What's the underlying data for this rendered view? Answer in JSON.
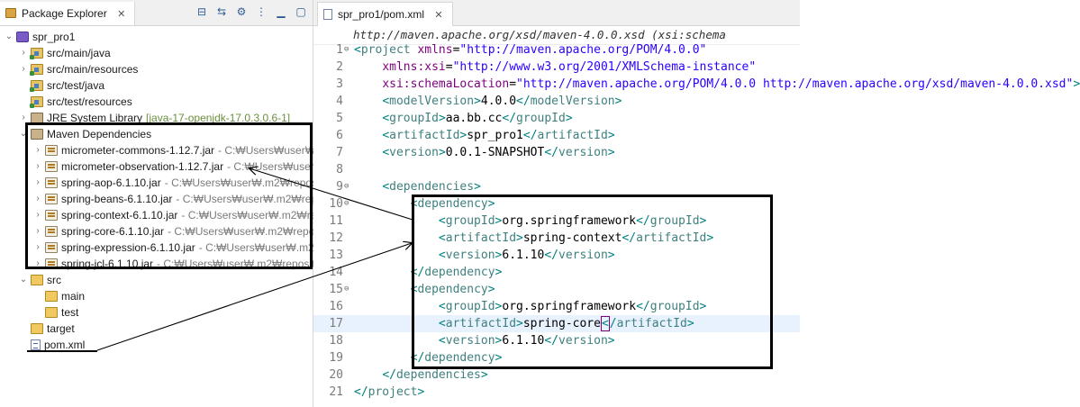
{
  "explorer": {
    "title": "Package Explorer",
    "close_glyph": "✕",
    "toolbar": [
      "collapse-all-icon",
      "link-with-editor-icon",
      "filters-icon",
      "view-menu-icon",
      "minimize-icon",
      "maximize-icon"
    ],
    "tree": [
      {
        "depth": 0,
        "chevron": "⌄",
        "icon": "project",
        "label": "spr_pro1",
        "sub": ""
      },
      {
        "depth": 1,
        "chevron": "›",
        "icon": "srcfolder",
        "label": "src/main/java",
        "sub": ""
      },
      {
        "depth": 1,
        "chevron": "›",
        "icon": "srcfolder",
        "label": "src/main/resources",
        "sub": ""
      },
      {
        "depth": 1,
        "chevron": "",
        "icon": "srcfolder",
        "label": "src/test/java",
        "sub": ""
      },
      {
        "depth": 1,
        "chevron": "",
        "icon": "srcfolder",
        "label": "src/test/resources",
        "sub": ""
      },
      {
        "depth": 1,
        "chevron": "›",
        "icon": "lib",
        "label": "JRE System Library",
        "sub": "[java-17-openjdk-17.0.3.0.6-1]",
        "sub_green": true
      },
      {
        "depth": 1,
        "chevron": "⌄",
        "icon": "lib",
        "label": "Maven Dependencies",
        "sub": ""
      },
      {
        "depth": 2,
        "chevron": "›",
        "icon": "jar",
        "label": "micrometer-commons-1.12.7.jar",
        "sub": "- C:₩Users₩user₩"
      },
      {
        "depth": 2,
        "chevron": "›",
        "icon": "jar",
        "label": "micrometer-observation-1.12.7.jar",
        "sub": "- C:₩Users₩user"
      },
      {
        "depth": 2,
        "chevron": "›",
        "icon": "jar",
        "label": "spring-aop-6.1.10.jar",
        "sub": "- C:₩Users₩user₩.m2₩reposit"
      },
      {
        "depth": 2,
        "chevron": "›",
        "icon": "jar",
        "label": "spring-beans-6.1.10.jar",
        "sub": "- C:₩Users₩user₩.m2₩repo"
      },
      {
        "depth": 2,
        "chevron": "›",
        "icon": "jar",
        "label": "spring-context-6.1.10.jar",
        "sub": "- C:₩Users₩user₩.m2₩rep"
      },
      {
        "depth": 2,
        "chevron": "›",
        "icon": "jar",
        "label": "spring-core-6.1.10.jar",
        "sub": "- C:₩Users₩user₩.m2₩reposi"
      },
      {
        "depth": 2,
        "chevron": "›",
        "icon": "jar",
        "label": "spring-expression-6.1.10.jar",
        "sub": "- C:₩Users₩user₩.m2"
      },
      {
        "depth": 2,
        "chevron": "›",
        "icon": "jar",
        "label": "spring-jcl-6.1.10.jar",
        "sub": "- C:₩Users₩user₩.m2₩reposit"
      },
      {
        "depth": 1,
        "chevron": "⌄",
        "icon": "folder",
        "label": "src",
        "sub": ""
      },
      {
        "depth": 2,
        "chevron": "",
        "icon": "folder",
        "label": "main",
        "sub": ""
      },
      {
        "depth": 2,
        "chevron": "",
        "icon": "folder",
        "label": "test",
        "sub": ""
      },
      {
        "depth": 1,
        "chevron": "",
        "icon": "folder",
        "label": "target",
        "sub": ""
      },
      {
        "depth": 1,
        "chevron": "",
        "icon": "xmlfile",
        "label": "pom.xml",
        "sub": ""
      }
    ]
  },
  "editor": {
    "tab_label": "spr_pro1/pom.xml",
    "close_glyph": "✕",
    "breadcrumb": "http://maven.apache.org/xsd/maven-4.0.0.xsd (xsi:schema",
    "lines": [
      {
        "n": "1",
        "fold": "⊖",
        "tokens": [
          [
            "br",
            "<"
          ],
          [
            "tag",
            "project"
          ],
          [
            "t",
            " "
          ],
          [
            "attr",
            "xmlns"
          ],
          [
            "t",
            "="
          ],
          [
            "val",
            "\"http://maven.apache.org/POM/4.0.0\""
          ]
        ]
      },
      {
        "n": "2",
        "fold": "",
        "tokens": [
          [
            "t",
            "    "
          ],
          [
            "attr",
            "xmlns:xsi"
          ],
          [
            "t",
            "="
          ],
          [
            "val",
            "\"http://www.w3.org/2001/XMLSchema-instance\""
          ]
        ]
      },
      {
        "n": "3",
        "fold": "",
        "tokens": [
          [
            "t",
            "    "
          ],
          [
            "attr",
            "xsi:schemaLocation"
          ],
          [
            "t",
            "="
          ],
          [
            "val",
            "\"http://maven.apache.org/POM/4.0.0 http://maven.apache.org/xsd/maven-4.0.0.xsd\""
          ],
          [
            "br",
            ">"
          ]
        ]
      },
      {
        "n": "4",
        "fold": "",
        "tokens": [
          [
            "t",
            "    "
          ],
          [
            "br",
            "<"
          ],
          [
            "tag",
            "modelVersion"
          ],
          [
            "br",
            ">"
          ],
          [
            "t",
            "4.0.0"
          ],
          [
            "br",
            "</"
          ],
          [
            "tag",
            "modelVersion"
          ],
          [
            "br",
            ">"
          ]
        ]
      },
      {
        "n": "5",
        "fold": "",
        "tokens": [
          [
            "t",
            "    "
          ],
          [
            "br",
            "<"
          ],
          [
            "tag",
            "groupId"
          ],
          [
            "br",
            ">"
          ],
          [
            "t",
            "aa.bb.cc"
          ],
          [
            "br",
            "</"
          ],
          [
            "tag",
            "groupId"
          ],
          [
            "br",
            ">"
          ]
        ]
      },
      {
        "n": "6",
        "fold": "",
        "tokens": [
          [
            "t",
            "    "
          ],
          [
            "br",
            "<"
          ],
          [
            "tag",
            "artifactId"
          ],
          [
            "br",
            ">"
          ],
          [
            "t",
            "spr_pro1"
          ],
          [
            "br",
            "</"
          ],
          [
            "tag",
            "artifactId"
          ],
          [
            "br",
            ">"
          ]
        ]
      },
      {
        "n": "7",
        "fold": "",
        "tokens": [
          [
            "t",
            "    "
          ],
          [
            "br",
            "<"
          ],
          [
            "tag",
            "version"
          ],
          [
            "br",
            ">"
          ],
          [
            "t",
            "0.0.1-SNAPSHOT"
          ],
          [
            "br",
            "</"
          ],
          [
            "tag",
            "version"
          ],
          [
            "br",
            ">"
          ]
        ]
      },
      {
        "n": "8",
        "fold": "",
        "tokens": []
      },
      {
        "n": "9",
        "fold": "⊖",
        "tokens": [
          [
            "t",
            "    "
          ],
          [
            "br",
            "<"
          ],
          [
            "tag",
            "dependencies"
          ],
          [
            "br",
            ">"
          ]
        ]
      },
      {
        "n": "10",
        "fold": "⊖",
        "tokens": [
          [
            "t",
            "        "
          ],
          [
            "br",
            "<"
          ],
          [
            "tag",
            "dependency"
          ],
          [
            "br",
            ">"
          ]
        ]
      },
      {
        "n": "11",
        "fold": "",
        "tokens": [
          [
            "t",
            "            "
          ],
          [
            "br",
            "<"
          ],
          [
            "tag",
            "groupId"
          ],
          [
            "br",
            ">"
          ],
          [
            "t",
            "org.springframework"
          ],
          [
            "br",
            "</"
          ],
          [
            "tag",
            "groupId"
          ],
          [
            "br",
            ">"
          ]
        ]
      },
      {
        "n": "12",
        "fold": "",
        "tokens": [
          [
            "t",
            "            "
          ],
          [
            "br",
            "<"
          ],
          [
            "tag",
            "artifactId"
          ],
          [
            "br",
            ">"
          ],
          [
            "t",
            "spring-context"
          ],
          [
            "br",
            "</"
          ],
          [
            "tag",
            "artifactId"
          ],
          [
            "br",
            ">"
          ]
        ]
      },
      {
        "n": "13",
        "fold": "",
        "tokens": [
          [
            "t",
            "            "
          ],
          [
            "br",
            "<"
          ],
          [
            "tag",
            "version"
          ],
          [
            "br",
            ">"
          ],
          [
            "t",
            "6.1.10"
          ],
          [
            "br",
            "</"
          ],
          [
            "tag",
            "version"
          ],
          [
            "br",
            ">"
          ]
        ]
      },
      {
        "n": "14",
        "fold": "",
        "tokens": [
          [
            "t",
            "        "
          ],
          [
            "br",
            "</"
          ],
          [
            "tag",
            "dependency"
          ],
          [
            "br",
            ">"
          ]
        ]
      },
      {
        "n": "15",
        "fold": "⊖",
        "tokens": [
          [
            "t",
            "        "
          ],
          [
            "br",
            "<"
          ],
          [
            "tag",
            "dependency"
          ],
          [
            "br",
            ">"
          ]
        ]
      },
      {
        "n": "16",
        "fold": "",
        "tokens": [
          [
            "t",
            "            "
          ],
          [
            "br",
            "<"
          ],
          [
            "tag",
            "groupId"
          ],
          [
            "br",
            ">"
          ],
          [
            "t",
            "org.springframework"
          ],
          [
            "br",
            "</"
          ],
          [
            "tag",
            "groupId"
          ],
          [
            "br",
            ">"
          ]
        ]
      },
      {
        "n": "17",
        "fold": "",
        "current": true,
        "tokens": [
          [
            "t",
            "            "
          ],
          [
            "br",
            "<"
          ],
          [
            "tag",
            "artifactId"
          ],
          [
            "br",
            ">"
          ],
          [
            "t",
            "spring-core"
          ],
          [
            "caret",
            "<"
          ],
          [
            "br",
            "/"
          ],
          [
            "tag",
            "artifactId"
          ],
          [
            "br",
            ">"
          ]
        ]
      },
      {
        "n": "18",
        "fold": "",
        "tokens": [
          [
            "t",
            "            "
          ],
          [
            "br",
            "<"
          ],
          [
            "tag",
            "version"
          ],
          [
            "br",
            ">"
          ],
          [
            "t",
            "6.1.10"
          ],
          [
            "br",
            "</"
          ],
          [
            "tag",
            "version"
          ],
          [
            "br",
            ">"
          ]
        ]
      },
      {
        "n": "19",
        "fold": "",
        "tokens": [
          [
            "t",
            "        "
          ],
          [
            "br",
            "</"
          ],
          [
            "tag",
            "dependency"
          ],
          [
            "br",
            ">"
          ]
        ]
      },
      {
        "n": "20",
        "fold": "",
        "tokens": [
          [
            "t",
            "    "
          ],
          [
            "br",
            "</"
          ],
          [
            "tag",
            "dependencies"
          ],
          [
            "br",
            ">"
          ]
        ]
      },
      {
        "n": "21",
        "fold": "",
        "tokens": [
          [
            "br",
            "</"
          ],
          [
            "tag",
            "project"
          ],
          [
            "br",
            ">"
          ]
        ]
      }
    ]
  },
  "colors": {
    "tag": "#3f7f7f",
    "bracket": "#008080",
    "attr": "#7f007f",
    "value": "#2a00ff",
    "current_line": "#e8f2fe",
    "annotation": "#000000"
  }
}
